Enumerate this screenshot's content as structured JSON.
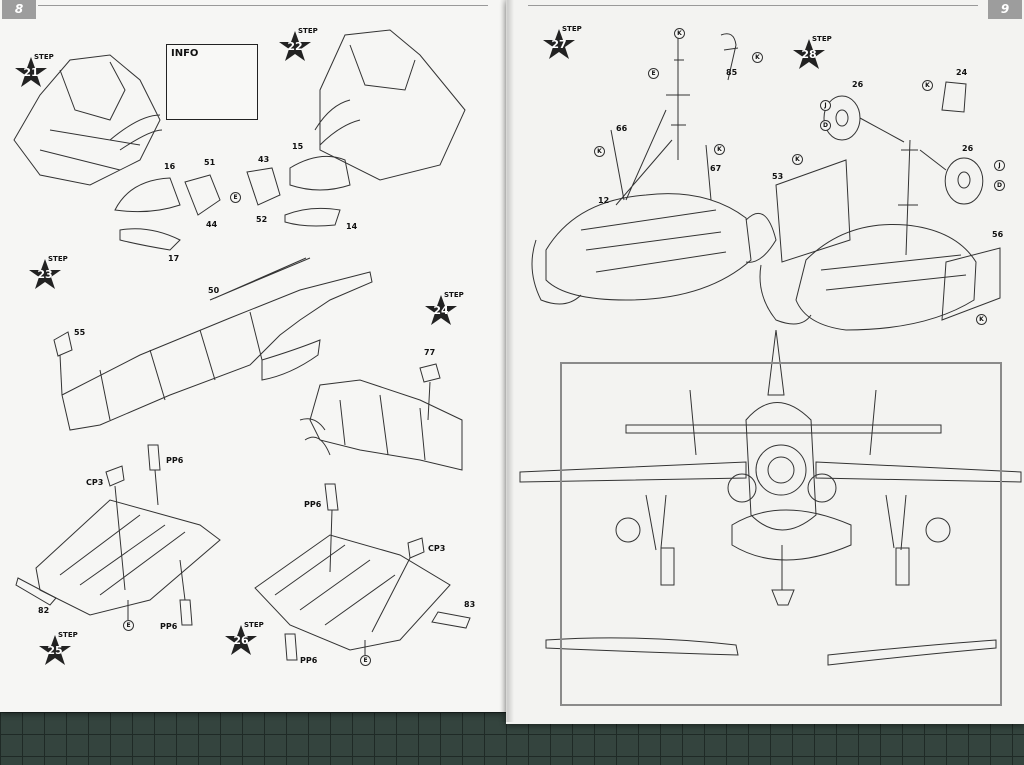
{
  "pages": {
    "left": {
      "number": "8"
    },
    "right": {
      "number": "9"
    }
  },
  "step_word": "STEP",
  "steps": [
    {
      "id": "21",
      "label": "21"
    },
    {
      "id": "22",
      "label": "22"
    },
    {
      "id": "23",
      "label": "23"
    },
    {
      "id": "24",
      "label": "24"
    },
    {
      "id": "25",
      "label": "25"
    },
    {
      "id": "26",
      "label": "26"
    },
    {
      "id": "27",
      "label": "27"
    },
    {
      "id": "28",
      "label": "28"
    }
  ],
  "info_box": {
    "title": "INFO"
  },
  "part_labels": {
    "p16": "16",
    "p51": "51",
    "p43": "43",
    "p15": "15",
    "p44": "44",
    "p52": "52",
    "p17": "17",
    "p14": "14",
    "p50": "50",
    "p55": "55",
    "p77": "77",
    "pp6a": "PP6",
    "cp3a": "CP3",
    "pp6b": "PP6",
    "p82": "82",
    "pp6c": "PP6",
    "cp3b": "CP3",
    "p83": "83",
    "pp6d": "PP6",
    "p85": "85",
    "p66": "66",
    "p67": "67",
    "p12": "12",
    "p24": "24",
    "p26a": "26",
    "p26b": "26",
    "p53": "53",
    "p56": "56"
  },
  "callouts": {
    "e_a": "E",
    "e_b": "E",
    "e_c": "E",
    "e_d": "E",
    "k_a": "K",
    "k_b": "K",
    "k_c": "K",
    "k_d": "K",
    "k_e": "K",
    "k_f": "K",
    "k_g": "K",
    "j_a": "J",
    "j_b": "J",
    "d_a": "D",
    "d_b": "D"
  },
  "colors": {
    "paper": "#f6f6f4",
    "ink": "#333333",
    "page_tab": "#9d9d9d",
    "cutting_mat": "#34443e"
  }
}
